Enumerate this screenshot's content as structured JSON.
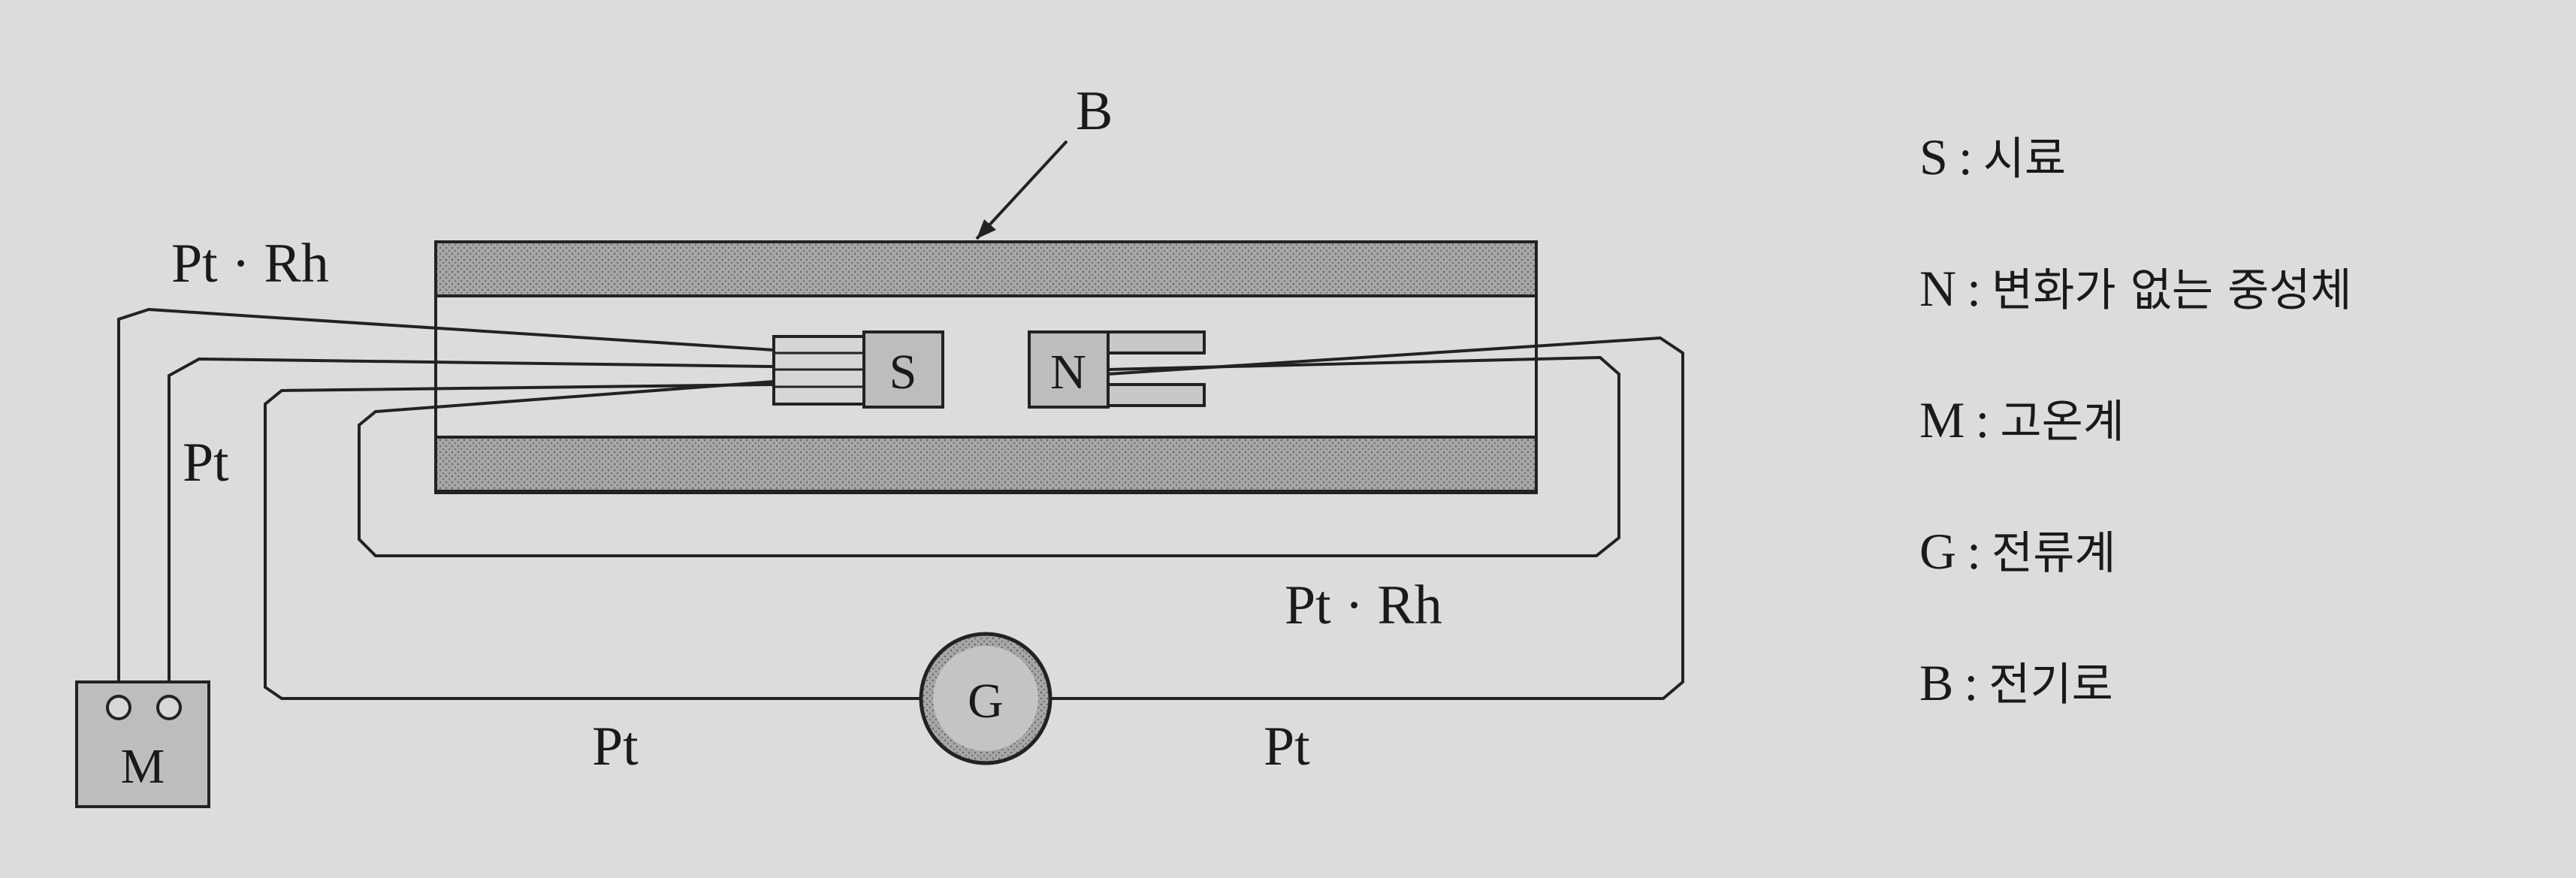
{
  "labels": {
    "furnace": "B",
    "wire_pt_rh_top": "Pt · Rh",
    "wire_pt_left": "Pt",
    "wire_pt_rh_bottom": "Pt · Rh",
    "wire_pt_bottom_left": "Pt",
    "wire_pt_bottom_right": "Pt"
  },
  "components": {
    "sample": "S",
    "neutral": "N",
    "thermometer": "M",
    "galvanometer": "G"
  },
  "legend": [
    {
      "key": "S",
      "sep": ":",
      "desc": "시료"
    },
    {
      "key": "N",
      "sep": ":",
      "desc": "변화가 없는 중성체"
    },
    {
      "key": "M",
      "sep": ":",
      "desc": "고온계"
    },
    {
      "key": "G",
      "sep": ":",
      "desc": "전류계"
    },
    {
      "key": "B",
      "sep": ":",
      "desc": "전기로"
    }
  ],
  "colors": {
    "background": "#dcdcdc",
    "ink": "#1a1a1a",
    "furnace_wall": "#9a9a9a",
    "component_fill": "#bdbdbd"
  }
}
